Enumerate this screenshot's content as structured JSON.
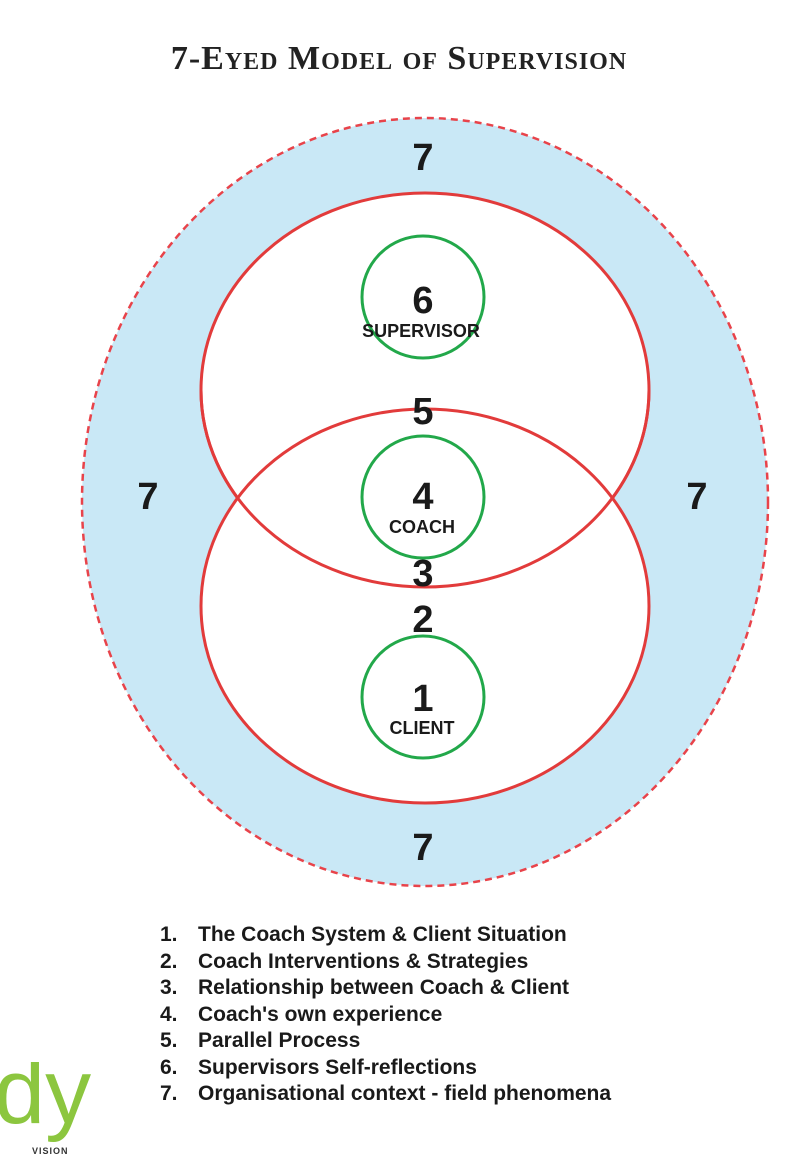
{
  "title": "7-Eyed Model of Supervision",
  "colors": {
    "field_fill": "#c9e8f6",
    "dashed_outline": "#e8434a",
    "red_circle": "#e23b3b",
    "green_circle": "#22a84a",
    "logo_green": "#8cc63f"
  },
  "diagram": {
    "field_numbers": {
      "top": "7",
      "left": "7",
      "right": "7",
      "bottom": "7"
    },
    "supervisor": {
      "number": "6",
      "label": "SUPERVISOR"
    },
    "parallel_process": "5",
    "coach": {
      "number": "4",
      "label": "COACH"
    },
    "relationship": "3",
    "interventions": "2",
    "client": {
      "number": "1",
      "label": "CLIENT"
    }
  },
  "legend": [
    {
      "num": "1.",
      "text": "The Coach System & Client Situation"
    },
    {
      "num": "2.",
      "text": "Coach Interventions & Strategies"
    },
    {
      "num": "3.",
      "text": "Relationship between Coach & Client"
    },
    {
      "num": "4.",
      "text": "Coach's own experience"
    },
    {
      "num": "5.",
      "text": "Parallel Process"
    },
    {
      "num": "6.",
      "text": "Supervisors Self-reflections"
    },
    {
      "num": "7.",
      "text": "Organisational context - field phenomena"
    }
  ],
  "logo": {
    "text": "dy",
    "subtext": "VISION"
  }
}
